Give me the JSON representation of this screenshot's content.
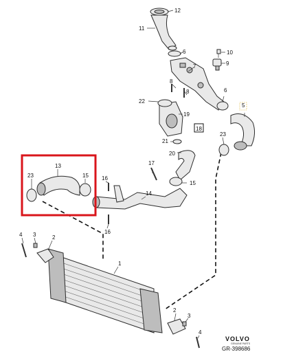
{
  "callouts": {
    "c1": "1",
    "c2a": "2",
    "c2b": "2",
    "c3a": "3",
    "c3b": "3",
    "c4a": "4",
    "c4b": "4",
    "c5": "5",
    "c6a": "6",
    "c6b": "6",
    "c7": "7",
    "c8a": "8",
    "c8b": "8",
    "c9": "9",
    "c10": "10",
    "c11": "11",
    "c12": "12",
    "c13": "13",
    "c14": "14",
    "c15a": "15",
    "c15b": "15",
    "c16a": "16",
    "c16b": "16",
    "c17": "17",
    "c18": "18",
    "c19": "19",
    "c20": "20",
    "c21": "21",
    "c22": "22",
    "c23a": "23",
    "c23b": "23"
  },
  "brand": {
    "name": "VOLVO",
    "tagline": "GENUINE PARTS"
  },
  "reference": "GR-398686",
  "colors": {
    "highlight": "#d9151b",
    "line": "#2b2b2b",
    "part_fill": "#e9e9e9"
  }
}
